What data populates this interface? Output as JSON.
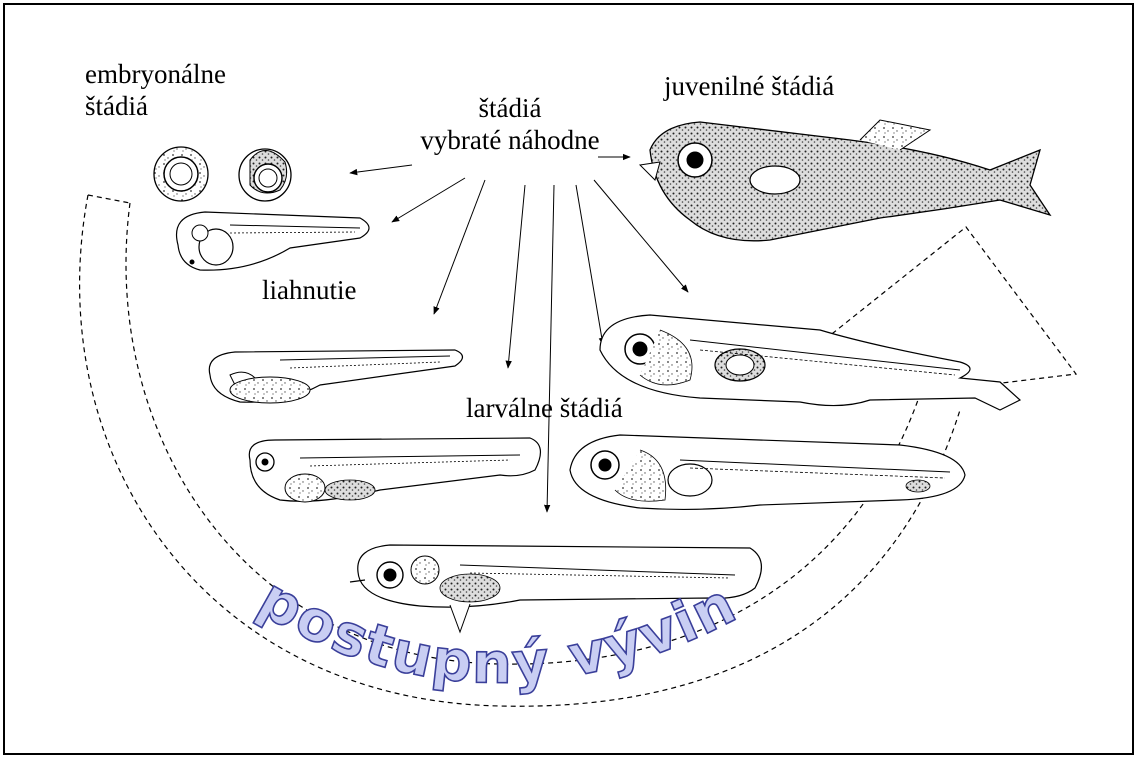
{
  "colors": {
    "border": "#000000",
    "ink": "#000000",
    "banner_fill": "#c9cef3",
    "banner_stroke": "#3a3f9a"
  },
  "labels": {
    "embryonic": [
      "embryonálne",
      "štádiá"
    ],
    "random": [
      "štádiá",
      "vybraté náhodne"
    ],
    "juvenile": "juvenilné štádiá",
    "hatching": "liahnutie",
    "larval": "larválne štádiá"
  },
  "banner": "postupný vývin",
  "drawings": [
    "egg-drawing",
    "egg-drawing",
    "embryo-drawing",
    "larva-drawing",
    "larva-drawing",
    "larva-drawing",
    "larva-drawing",
    "larva-drawing",
    "juvenile-fish-drawing"
  ]
}
